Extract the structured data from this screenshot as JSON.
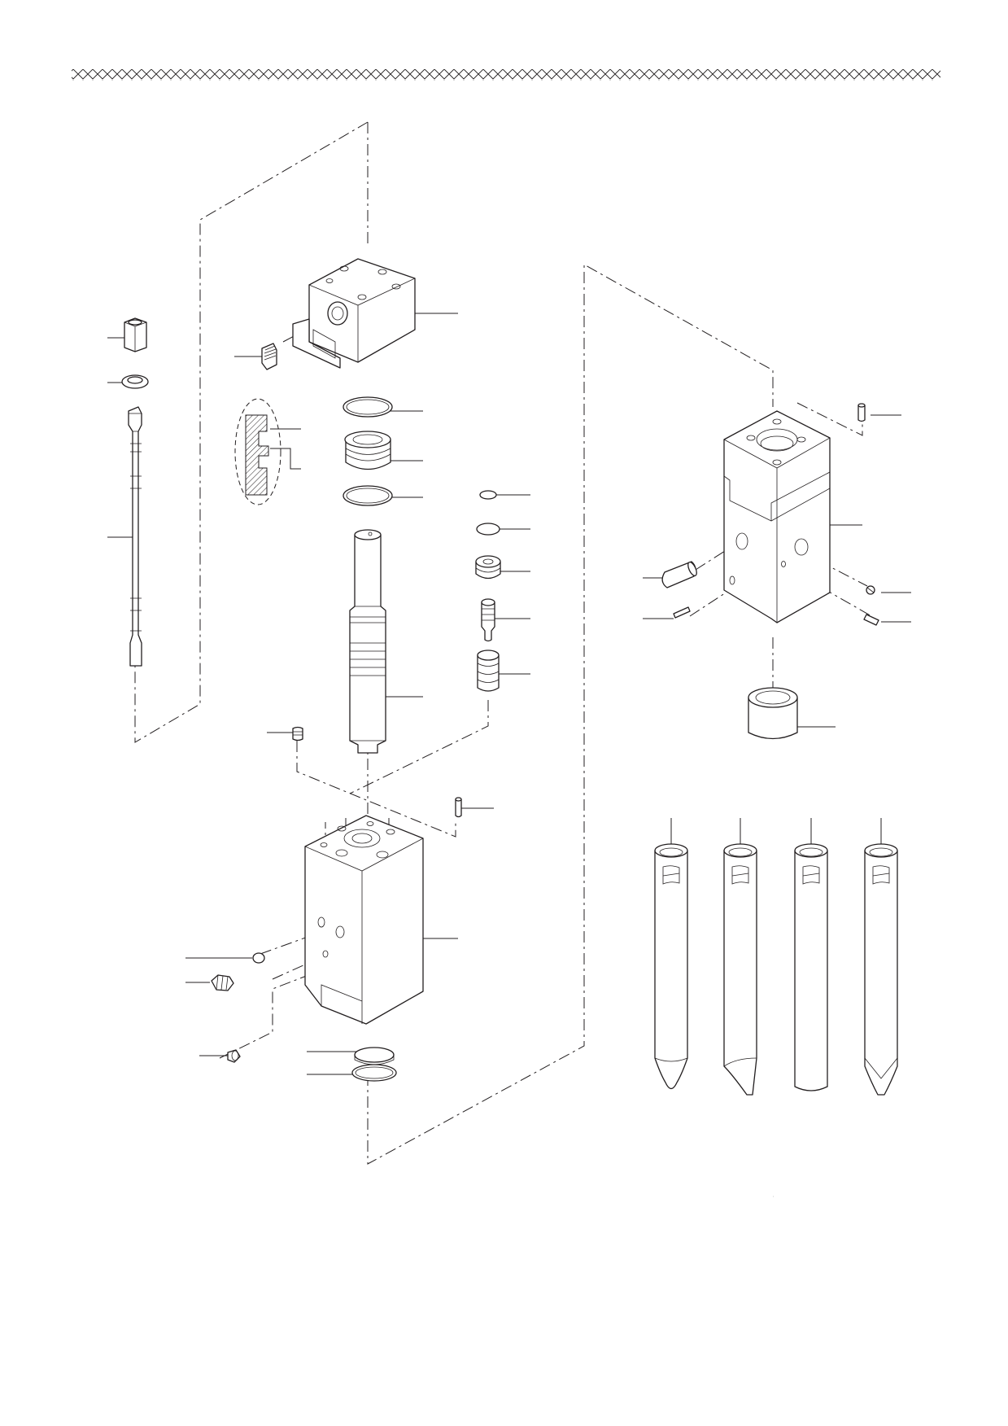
{
  "diagram": {
    "kind": "exploded-parts-view",
    "colors": {
      "line": "#231f20",
      "background": "#ffffff"
    },
    "parts": [
      "hex-nut",
      "washer",
      "through-bolt",
      "cylinder-head",
      "gas-valve",
      "seal-detail",
      "o-ring",
      "seal-retainer",
      "piston",
      "set-screw",
      "valve-o-ring",
      "valve-plug",
      "valve-sleeve",
      "control-valve",
      "cylinder",
      "dowel-pin",
      "o-ring-small",
      "hose-fitting",
      "plug-screw",
      "seal-ring",
      "front-head",
      "retainer-pin",
      "cross-pin",
      "grease-nipple",
      "stop-pin",
      "front-bushing",
      "chisel-moil",
      "chisel-wedge",
      "chisel-blunt",
      "chisel-cone"
    ]
  }
}
